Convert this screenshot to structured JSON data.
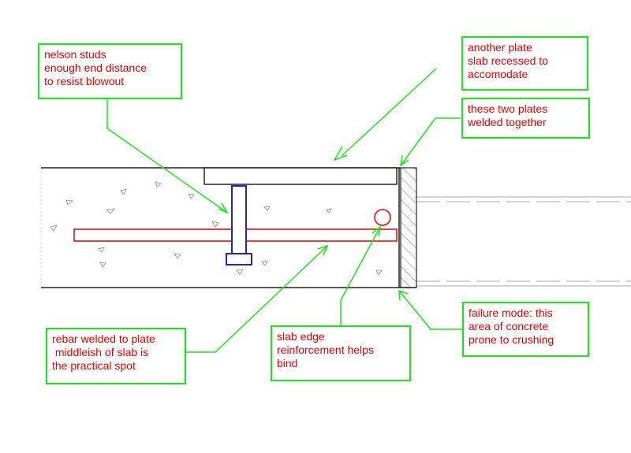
{
  "notes": {
    "studs": "nelson studs\nenough end distance\nto resist blowout",
    "plate": "another plate\nslab recessed to\naccomodate",
    "weld": "these two plates\nwelded together",
    "rebar": "rebar welded to plate\n middleish of slab is\nthe practical spot",
    "edge": "slab edge\nreinforcement helps\nbind",
    "failure": "failure mode: this\narea of concrete\nprone to crushing"
  },
  "colors": {
    "leader": "#19e619",
    "note_text": "#e60000",
    "rebar": "#e60000",
    "stud": "#2323c8",
    "outline": "#222222",
    "hatch": "#777777",
    "beam": "#bbbbbb"
  }
}
